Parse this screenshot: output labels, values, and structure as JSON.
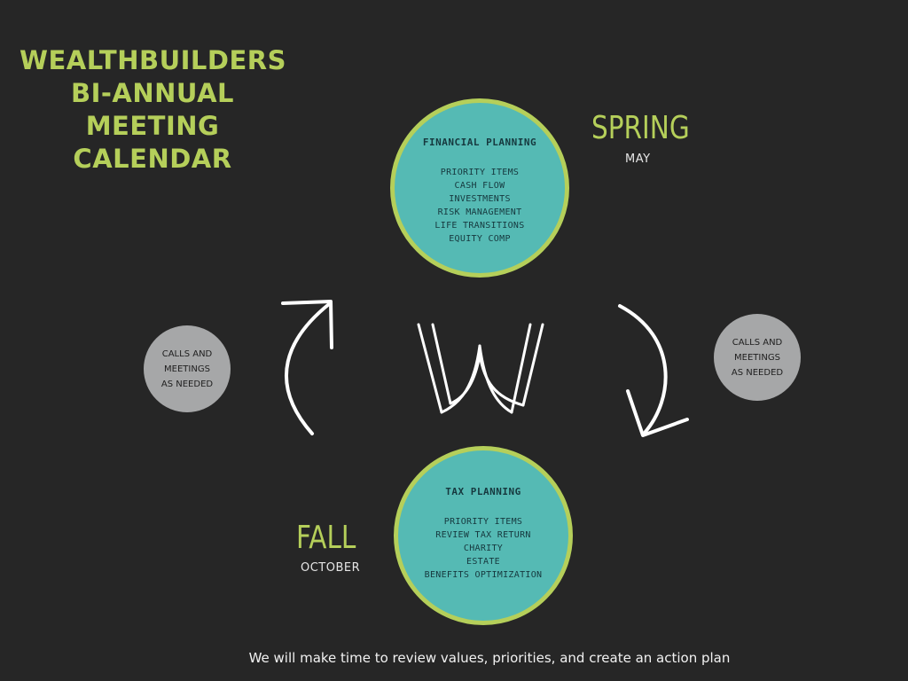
{
  "title": {
    "line1": "WEALTHBUILDERS",
    "line2": "BI-ANNUAL",
    "line3": "MEETING",
    "line4": "CALENDAR"
  },
  "spring": {
    "season": "SPRING",
    "month": "MAY",
    "heading": "FINANCIAL PLANNING",
    "items": [
      "PRIORITY ITEMS",
      "CASH FLOW",
      "INVESTMENTS",
      "RISK MANAGEMENT",
      "LIFE TRANSITIONS",
      "EQUITY COMP"
    ]
  },
  "fall": {
    "season": "FALL",
    "month": "OCTOBER",
    "heading": "TAX PLANNING",
    "items": [
      "PRIORITY ITEMS",
      "REVIEW TAX RETURN",
      "CHARITY",
      "ESTATE",
      "BENEFITS OPTIMIZATION"
    ]
  },
  "calls_left": [
    "CALLS AND",
    "MEETINGS",
    "AS NEEDED"
  ],
  "calls_right": [
    "CALLS AND",
    "MEETINGS",
    "AS NEEDED"
  ],
  "footer": "We will make time to review values, priorities, and create an action plan",
  "colors": {
    "background": "#262626",
    "accent": "#b5cf5a",
    "teal": "#55bab4",
    "gray": "#a6a7a8"
  },
  "icons": {
    "center_logo": "w-logo-icon",
    "cycle": "curved-arrow-icon"
  }
}
